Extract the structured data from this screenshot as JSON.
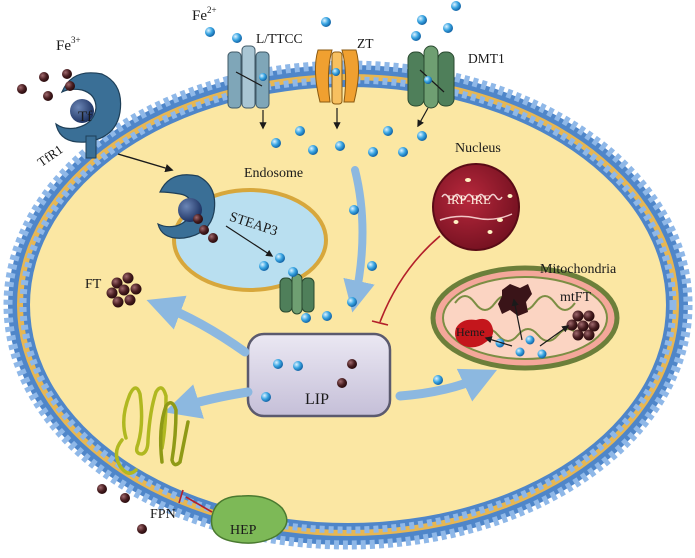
{
  "labels": {
    "fe3": "Fe",
    "fe3_sup": "3+",
    "fe2": "Fe",
    "fe2_sup": "2+",
    "lttcc": "L/TTCC",
    "zt": "ZT",
    "dmt1": "DMT1",
    "tfr1": "TfR1",
    "tf": "Tf",
    "endosome": "Endosome",
    "steap3": "STEAP3",
    "nucleus": "Nucleus",
    "irp_ire": "IRP-IRE",
    "mitochondria": "Mitochondria",
    "ft": "FT",
    "mtft": "mtFT",
    "heme": "Heme",
    "lip": "LIP",
    "fpn": "FPN",
    "hep": "HEP"
  },
  "colors": {
    "membrane_head": "#5b8fcf",
    "membrane_tail": "#e0b24a",
    "cytoplasm": "#fbe7a3",
    "endosome_fill": "#b9dff0",
    "nucleus_fill": "#8e1a2c",
    "mito_fill": "#f4a79a",
    "lip_fill": "#d9d4e6",
    "hep_fill": "#7db957",
    "fe2_ion": "#2f9ad8",
    "fe3_ion": "#4a1f22",
    "arrow_blue": "#8cb8e0",
    "inhibit_red": "#b3202a"
  }
}
